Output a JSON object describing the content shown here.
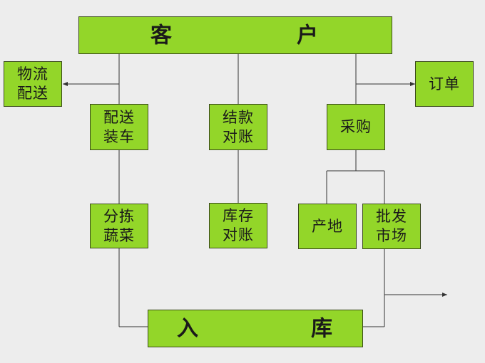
{
  "nodes": {
    "customer": {
      "left": "客",
      "right": "户"
    },
    "logistics": {
      "lines": [
        "物流",
        "配送"
      ]
    },
    "order": {
      "lines": [
        "订单"
      ]
    },
    "delivery": {
      "lines": [
        "配送",
        "装车"
      ]
    },
    "settlement": {
      "lines": [
        "结款",
        "对账"
      ]
    },
    "purchase": {
      "lines": [
        "采购"
      ]
    },
    "sorting": {
      "lines": [
        "分拣",
        "蔬菜"
      ]
    },
    "inventory": {
      "lines": [
        "库存",
        "对账"
      ]
    },
    "origin": {
      "lines": [
        "产地"
      ]
    },
    "wholesale": {
      "lines": [
        "批发",
        "市场"
      ]
    },
    "warehouse": {
      "left": "入",
      "right": "库"
    }
  },
  "colors": {
    "box_fill": "#93d629",
    "box_border": "#3a4a1a",
    "line": "#333333",
    "background": "#ededed"
  }
}
